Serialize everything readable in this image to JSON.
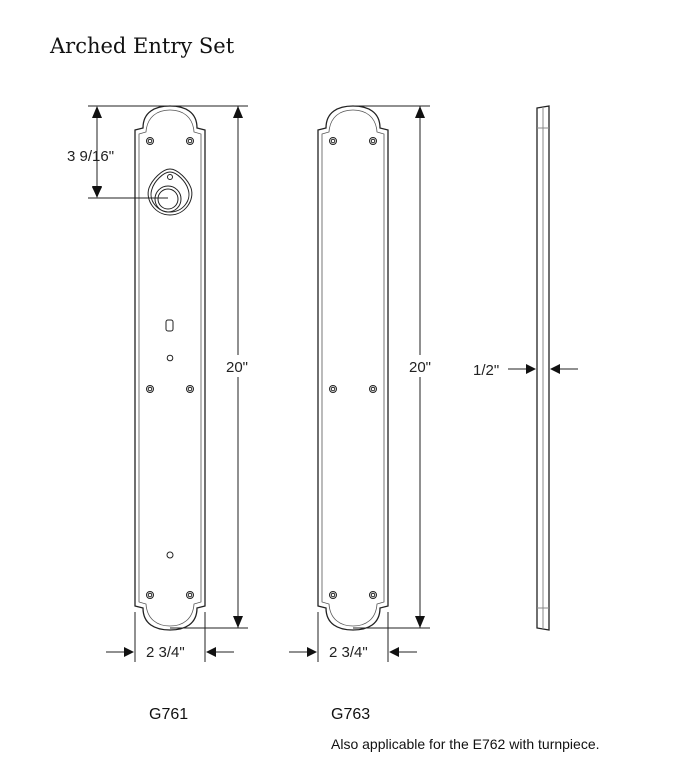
{
  "title": "Arched Entry Set",
  "dimensions": {
    "cylinder_offset": "3 9/16\"",
    "height_g761": "20\"",
    "height_g763": "20\"",
    "thickness": "1/2\"",
    "width_g761": "2 3/4\"",
    "width_g763": "2 3/4\""
  },
  "models": {
    "left": "G761",
    "right": "G763"
  },
  "note": "Also applicable for the E762 with turnpiece."
}
